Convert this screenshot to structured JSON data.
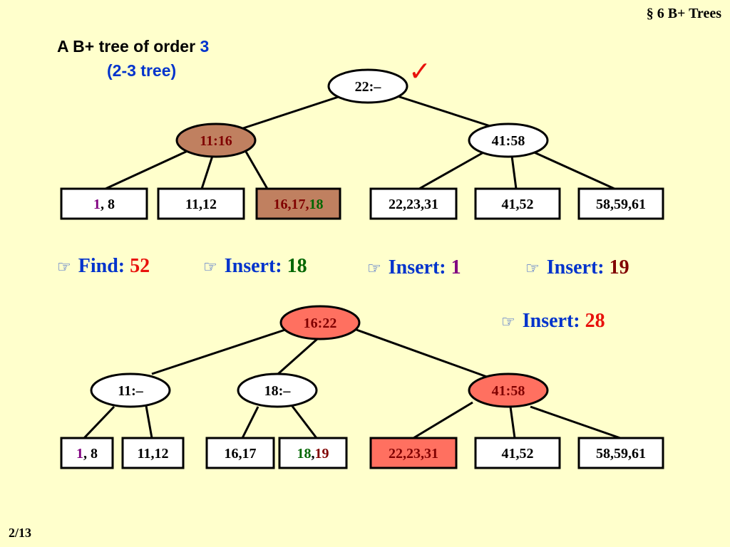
{
  "header": {
    "section": "§ 6  B+ Trees"
  },
  "title": {
    "line1_text": "A B+ tree of order ",
    "line1_num": "3",
    "line2": "(2-3 tree)"
  },
  "check_icon": "checkmark-icon",
  "tree1": {
    "root": "22:–",
    "internal": [
      "11:16",
      "41:58"
    ],
    "leaves": [
      [
        {
          "t": "1",
          "c": "#800080"
        },
        {
          "t": ", 8",
          "c": "#000000"
        }
      ],
      [
        {
          "t": "11,12",
          "c": "#000000"
        }
      ],
      [
        {
          "t": "16,17,",
          "c": "#800000"
        },
        {
          "t": "18",
          "c": "#006600"
        }
      ],
      [
        {
          "t": "22,23,31",
          "c": "#000000"
        }
      ],
      [
        {
          "t": "41,52",
          "c": "#000000"
        }
      ],
      [
        {
          "t": "58,59,61",
          "c": "#000000"
        }
      ]
    ]
  },
  "operations": [
    {
      "label": "Find: ",
      "value": "52",
      "color": "#E8120C"
    },
    {
      "label": "Insert: ",
      "value": "18",
      "color": "#006600"
    },
    {
      "label": "Insert: ",
      "value": "1",
      "color": "#800080"
    },
    {
      "label": "Insert: ",
      "value": "19",
      "color": "#800000"
    },
    {
      "label": "Insert: ",
      "value": "28",
      "color": "#E8120C"
    }
  ],
  "tree2": {
    "root": "16:22",
    "internal": [
      "11:–",
      "18:–",
      "41:58"
    ],
    "leaves": [
      [
        {
          "t": "1",
          "c": "#800080"
        },
        {
          "t": ", 8",
          "c": "#000000"
        }
      ],
      [
        {
          "t": "11,12",
          "c": "#000000"
        }
      ],
      [
        {
          "t": "16,17",
          "c": "#000000"
        }
      ],
      [
        {
          "t": "18",
          "c": "#006600"
        },
        {
          "t": ",",
          "c": "#000000"
        },
        {
          "t": "19",
          "c": "#800000"
        }
      ],
      [
        {
          "t": "22,23,31",
          "c": "#800000"
        }
      ],
      [
        {
          "t": "41,52",
          "c": "#000000"
        }
      ],
      [
        {
          "t": "58,59,61",
          "c": "#000000"
        }
      ]
    ]
  },
  "page_number": "2/13",
  "colors": {
    "background": "#FFFFCC",
    "brown_fill": "#C08060",
    "salmon_fill": "#FF7060",
    "blue": "#0033CC"
  }
}
